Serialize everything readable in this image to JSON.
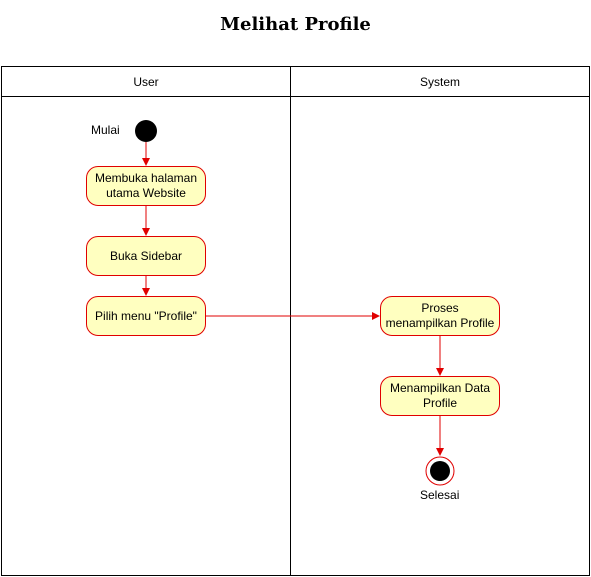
{
  "title": "Melihat Profile",
  "lanes": [
    {
      "name": "User"
    },
    {
      "name": "System"
    }
  ],
  "start_label": "Mulai",
  "end_label": "Selesai",
  "actions": {
    "open_homepage": "Membuka halaman utama Website",
    "open_sidebar": "Buka Sidebar",
    "choose_menu": "Pilih menu \"Profile\"",
    "process_display": "Proses menampilkan Profile",
    "display_data": "Menampilkan Data Profile"
  },
  "colors": {
    "node_fill": "#ffffc0",
    "node_border": "#e00000",
    "arrow": "#e00000",
    "start_fill": "#000000"
  }
}
